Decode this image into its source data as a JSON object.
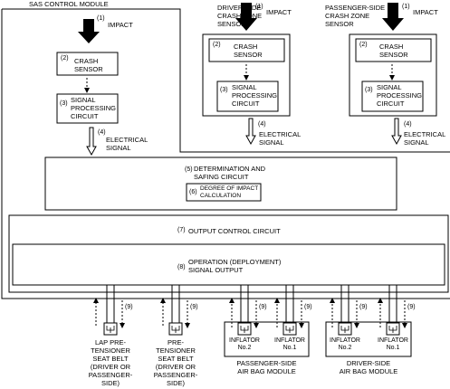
{
  "sas_module": {
    "title": "SAS CONTROL MODULE"
  },
  "impact": {
    "number": "(1)",
    "label": "IMPACT"
  },
  "driver_sensor_title": [
    "DRIVER-SIDE",
    "CRASH ZONE",
    "SENSOR"
  ],
  "passenger_sensor_title": [
    "PASSENGER-SIDE",
    "CRASH ZONE",
    "SENSOR"
  ],
  "crash_sensor": {
    "number": "(2)",
    "line1": "CRASH",
    "line2": "SENSOR"
  },
  "signal_processing": {
    "number": "(3)",
    "line1": "SIGNAL",
    "line2": "PROCESSING",
    "line3": "CIRCUIT"
  },
  "electrical_signal": {
    "number": "(4)",
    "line1": "ELECTRICAL",
    "line2": "SIGNAL"
  },
  "determination": {
    "number": "(5)",
    "line1": "DETERMINATION AND",
    "line2": "SAFING CIRCUIT"
  },
  "degree_of_impact": {
    "number": "(6)",
    "line1": "DEGREE OF IMPACT",
    "line2": "CALCULATION"
  },
  "output_control": {
    "number": "(7)",
    "label": "OUTPUT CONTROL CIRCUIT"
  },
  "operation_output": {
    "number": "(8)",
    "line1": "OPERATION (DEPLOYMENT)",
    "line2": "SIGNAL OUTPUT"
  },
  "feedback": {
    "number": "(9)"
  },
  "lap_pretensioner": [
    "LAP PRE-",
    "TENSIONER",
    "SEAT BELT",
    "(DRIVER OR",
    "PASSENGER-",
    "SIDE)"
  ],
  "pretensioner": [
    "PRE-",
    "TENSIONER",
    "SEAT BELT",
    "(DRIVER OR",
    "PASSENGER-",
    "SIDE)"
  ],
  "inflator_no2": {
    "line1": "INFLATOR",
    "line2": "No.2"
  },
  "inflator_no1": {
    "line1": "INFLATOR",
    "line2": "No.1"
  },
  "passenger_airbag": {
    "line1": "PASSENGER-SIDE",
    "line2": "AIR BAG MODULE"
  },
  "driver_airbag": {
    "line1": "DRIVER-SIDE",
    "line2": "AIR BAG MODULE"
  }
}
